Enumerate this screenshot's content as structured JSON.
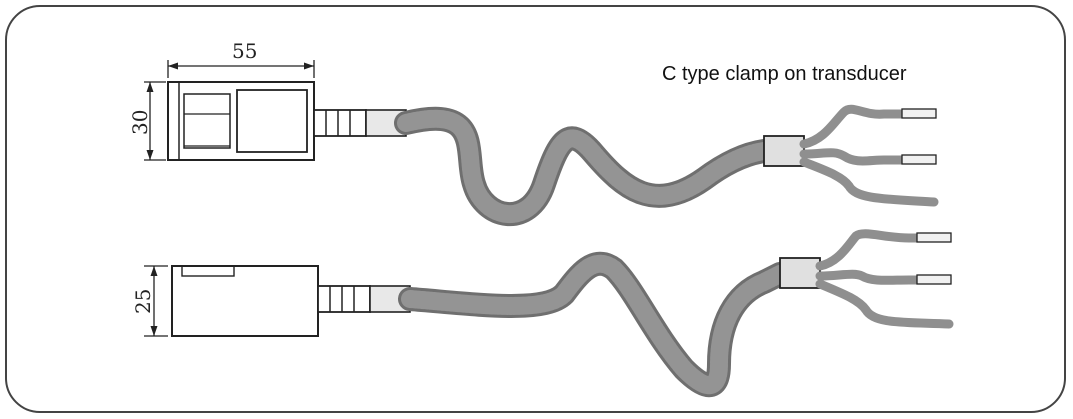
{
  "diagram": {
    "title": "C type clamp on transducer",
    "top_transducer": {
      "width_label": "55",
      "height_label": "30"
    },
    "bottom_transducer": {
      "height_label": "25"
    },
    "colors": {
      "outline": "#222222",
      "cable": "#8f8f8f",
      "cable_edge": "#6f6f6f",
      "sleeve": "#cfcfcf",
      "pin": "#d9d9d9",
      "frame": "#444444"
    }
  }
}
